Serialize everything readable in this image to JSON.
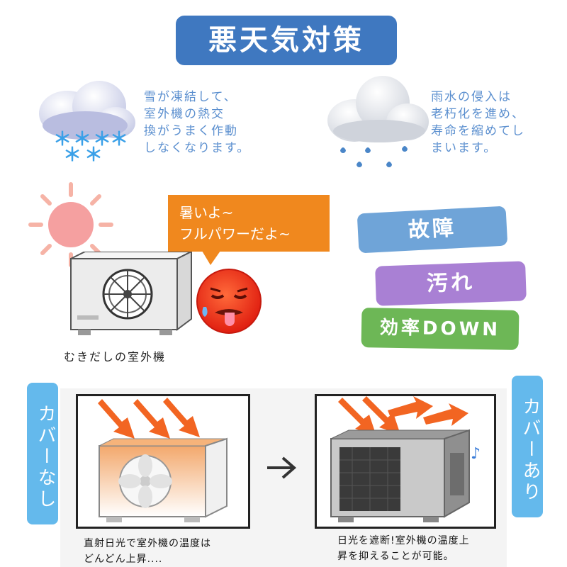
{
  "title": "悪天気対策",
  "snow": {
    "text": "雪が凍結して、\n室外機の熱交\n換がうまく作動\nしなくなります。"
  },
  "rain": {
    "text": "雨水の侵入は\n老朽化を進め、\n寿命を縮めてし\nまいます。"
  },
  "bubble": {
    "text": "暑いよ~\nフルパワーだよ~"
  },
  "unit_caption": "むきだしの室外機",
  "tags": [
    {
      "label": "故障",
      "color": "#6fa4d8"
    },
    {
      "label": "汚れ",
      "color": "#a980d4"
    },
    {
      "label": "効率DOWN",
      "color": "#6db756"
    }
  ],
  "side_left": {
    "label": "カバーなし",
    "color": "#64b9ec"
  },
  "side_right": {
    "label": "カバーあり",
    "color": "#64b9ec"
  },
  "panel_left": {
    "caption": "直射日光で室外機の温度は\nどんどん上昇...."
  },
  "panel_right": {
    "caption": "日光を遮断!室外機の温度上\n昇を抑えることが可能。"
  },
  "colors": {
    "title_bg": "#3f78c0",
    "bubble_bg": "#f0881e",
    "note_text": "#5b8fcf",
    "arrow": "#f26522"
  }
}
